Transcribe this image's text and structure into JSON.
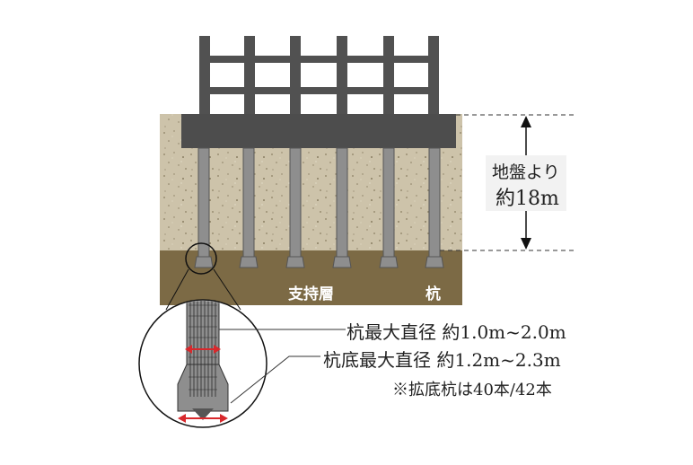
{
  "labels": {
    "depth_line1": "地盤より",
    "depth_line2": "約18m",
    "bearing_layer": "支持層",
    "pile": "杭",
    "max_diameter": "杭最大直径 約1.0m~2.0m",
    "base_diameter": "杭底最大直径 約1.2m~2.3m",
    "note": "※拡底杭は40本/42本"
  },
  "colors": {
    "soil": "#c9bfa7",
    "bearing": "#7c6a45",
    "frame": "#4f4f4f",
    "pile": "#8d8d8d",
    "arrow_red": "#d8282c",
    "depth_box": "#f2f2f2"
  }
}
